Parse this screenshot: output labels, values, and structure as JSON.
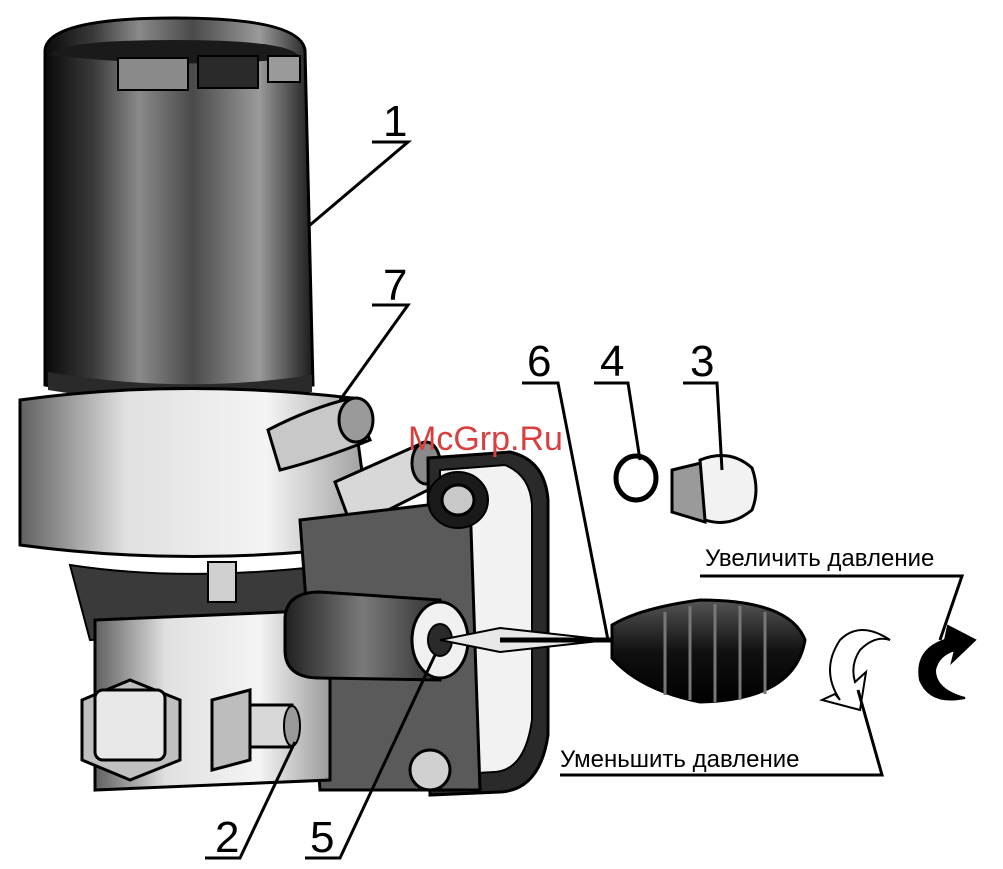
{
  "watermark": "McGrp.Ru",
  "callouts": [
    {
      "id": "1",
      "label": "1"
    },
    {
      "id": "2",
      "label": "2"
    },
    {
      "id": "3",
      "label": "3"
    },
    {
      "id": "4",
      "label": "4"
    },
    {
      "id": "5",
      "label": "5"
    },
    {
      "id": "6",
      "label": "6"
    },
    {
      "id": "7",
      "label": "7"
    }
  ],
  "annotations": {
    "increase": "Увеличить давление",
    "decrease": "Уменьшить давление"
  }
}
